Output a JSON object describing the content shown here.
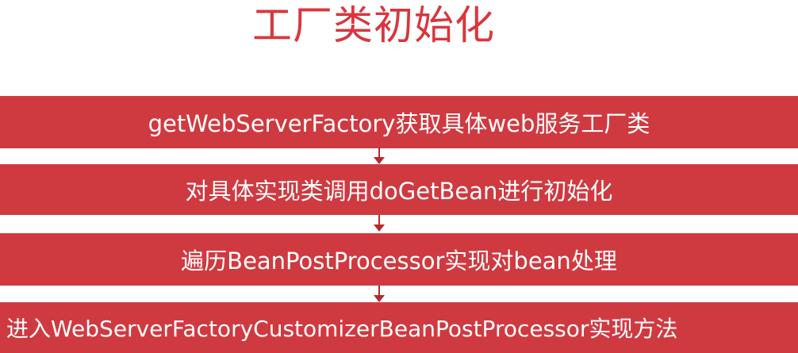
{
  "title": "工厂类初始化",
  "steps": [
    "getWebServerFactory获取具体web服务工厂类",
    "对具体实现类调用doGetBean进行初始化",
    "遍历BeanPostProcessor实现对bean处理",
    "进入WebServerFactoryCustomizerBeanPostProcessor实现方法"
  ],
  "colors": {
    "title": "#d9363e",
    "step_background": "#cf3a40",
    "step_text": "#ffffff",
    "arrow": "#b7282f"
  }
}
